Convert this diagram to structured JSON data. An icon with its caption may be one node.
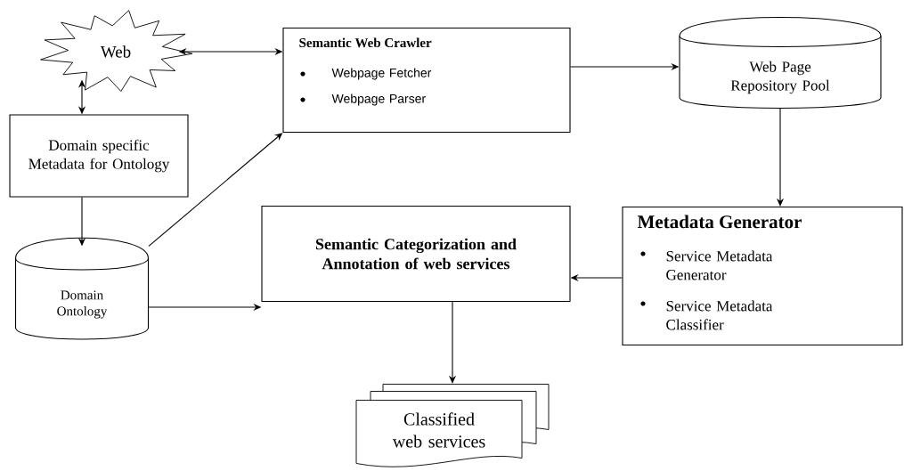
{
  "diagram": {
    "nodes": [
      {
        "text": [
          "Web"
        ]
      },
      {
        "text": [
          "Domain specific Metadata for Ontology"
        ]
      },
      {
        "text": [
          "Domain Ontology"
        ]
      },
      {
        "text": [
          "Semantic Web Crawler",
          "Webpage Fetcher",
          "Webpage Parser"
        ]
      },
      {
        "text": [
          "Web Page Repository Pool"
        ]
      },
      {
        "text": [
          "Metadata Generator",
          "Service Metadata Generator",
          "Service Metadata Classifier"
        ]
      },
      {
        "text": [
          "Semantic Categorization and Annotation of web services"
        ]
      },
      {
        "text": [
          "Classified web services"
        ]
      }
    ],
    "edges": [
      {
        "from": 0,
        "to": 3,
        "arrow": "both"
      },
      {
        "from": 0,
        "to": 1,
        "arrow": "both"
      },
      {
        "from": 1,
        "to": 2,
        "arrow": "to"
      },
      {
        "from": 2,
        "to": 3,
        "arrow": "to"
      },
      {
        "from": 3,
        "to": 4,
        "arrow": "to"
      },
      {
        "from": 4,
        "to": 5,
        "arrow": "to"
      },
      {
        "from": 5,
        "to": 6,
        "arrow": "to"
      },
      {
        "from": 2,
        "to": 6,
        "arrow": "to"
      },
      {
        "from": 6,
        "to": 7,
        "arrow": "to"
      }
    ]
  }
}
